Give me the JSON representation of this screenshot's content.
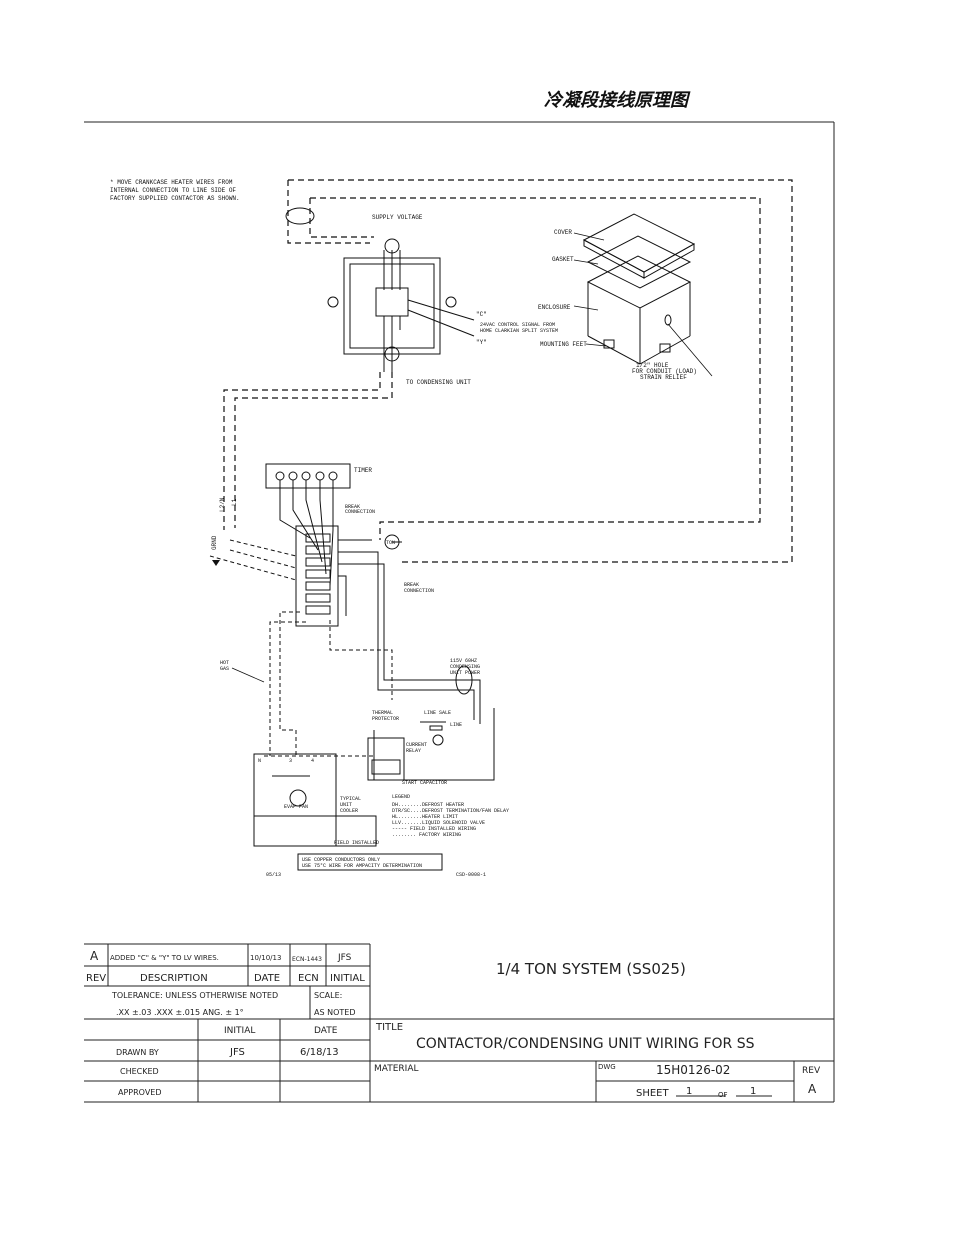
{
  "page_title": "冷凝段接线原理图",
  "diagram": {
    "notes": {
      "note1": "* MOVE CRANKCASE HEATER WIRES FROM",
      "note2": "INTERNAL CONNECTION TO LINE SIDE OF",
      "note3": "FACTORY SUPPLIED CONTACTOR AS SHOWN."
    },
    "labels": {
      "supply_voltage": "SUPPLY VOLTAGE",
      "cover": "COVER",
      "gasket": "GASKET",
      "enclosure": "ENCLOSURE",
      "mounting_feet": "MOUNTING FEET",
      "hole1": "1/2\" HOLE",
      "hole2": "FOR CONDUIT (LOAD)",
      "hole3": "STRAIN RELIEF",
      "c_term": "\"C\"",
      "y_term": "\"Y\"",
      "control1": "24VAC CONTROL SIGNAL FROM",
      "control2": "HOME CLARKIAN SPLIT SYSTEM",
      "to_condensing": "TO CONDENSING UNIT",
      "timer": "TIMER",
      "l2n": "L2/N",
      "l1": "L1",
      "gnd": "GRND",
      "break1": "BREAK",
      "connection1": "CONNECTION",
      "break2": "BREAK",
      "connection2": "CONNECTION",
      "ton": "TON",
      "hot_gas": "HOT",
      "gas_lbl": "GAS",
      "wire1": "115V 60HZ",
      "wire2": "CONDENSING",
      "wire3": "UNIT POWER",
      "thermal": "THERMAL",
      "protector": "PROTECTOR",
      "line": "LINE",
      "line_sale": "LINE SALE",
      "current": "CURRENT",
      "relay": "RELAY",
      "start_cap": "START CAPACITOR",
      "typical1": "TYPICAL",
      "typical2": "UNIT",
      "typical3": "COOLER",
      "field_inst": "FIELD INSTALLED",
      "legend": "LEGEND",
      "leg1": "DH........DEFROST HEATER",
      "leg2": "DTR/SC....DEFROST TERMINATION/FAN DELAY",
      "leg3": "HL........HEATER LIMIT",
      "leg4": "LLV.......LIQUID SOLENOID VALVE",
      "leg5": "----- FIELD INSTALLED WIRING",
      "leg6": "........ FACTORY WIRING",
      "copper1": "USE COPPER CONDUCTORS ONLY",
      "copper2": "USE 75°C WIRE FOR AMPACITY DETERMINATION",
      "rev_code": "05/13",
      "dwg_code": "CSD-0008-1",
      "n_term": "N",
      "t3": "3",
      "t4": "4",
      "fan_m": "EVAP FAN"
    }
  },
  "title_block": {
    "rev_letter": "A",
    "rev_desc": "ADDED \"C\" & \"Y\" TO LV WIRES.",
    "rev_date": "10/10/13",
    "rev_ecn": "ECN-1443",
    "rev_initial": "JFS",
    "h_rev": "REV",
    "h_description": "DESCRIPTION",
    "h_date": "DATE",
    "h_ecn": "ECN",
    "h_initial": "INITIAL",
    "tolerance": "TOLERANCE: UNLESS OTHERWISE NOTED",
    "tolerance_values": ".XX ±.03   .XXX ±.015   ANG. ± 1°",
    "scale_label": "SCALE:",
    "scale_value": "AS NOTED",
    "system_title": "1/4 TON SYSTEM (SS025)",
    "col_initial": "INITIAL",
    "col_date": "DATE",
    "title_label": "TITLE",
    "title_value": "CONTACTOR/CONDENSING UNIT WIRING FOR SS",
    "drawn_by": "DRAWN BY",
    "drawn_initial": "JFS",
    "drawn_date": "6/18/13",
    "checked": "CHECKED",
    "approved": "APPROVED",
    "material_label": "MATERIAL",
    "dwg_label": "DWG",
    "dwg_number": "15H0126-02",
    "rev_label": "REV",
    "rev_value": "A",
    "sheet_label": "SHEET",
    "sheet_number": "1",
    "of_label": "OF",
    "sheet_total": "1"
  }
}
